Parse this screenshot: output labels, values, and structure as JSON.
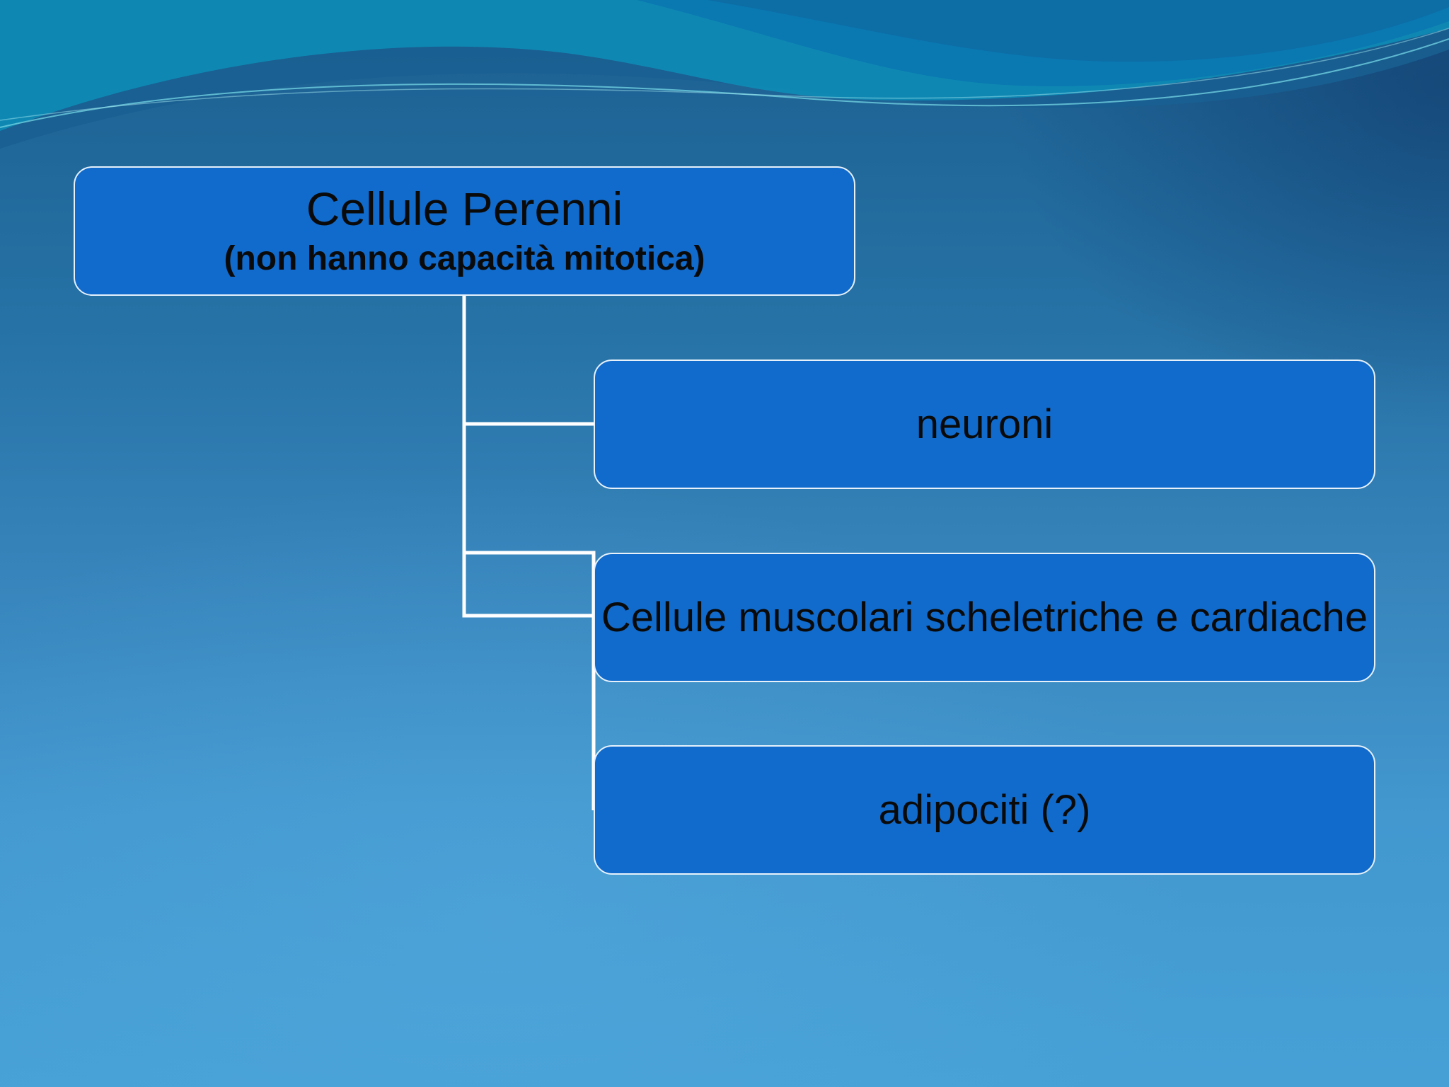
{
  "diagram": {
    "root": {
      "title": "Cellule Perenni",
      "subtitle": "(non hanno capacità mitotica)"
    },
    "children": [
      {
        "label": "neuroni"
      },
      {
        "label": "Cellule muscolari scheletriche e cardiache"
      },
      {
        "label": "adipociti (?)"
      }
    ]
  },
  "colors": {
    "node_fill": "#116bcc",
    "node_border": "#e6f1fb",
    "connector": "#ffffff",
    "background_top": "#1c5f8f",
    "background_bottom": "#46a0d6"
  }
}
